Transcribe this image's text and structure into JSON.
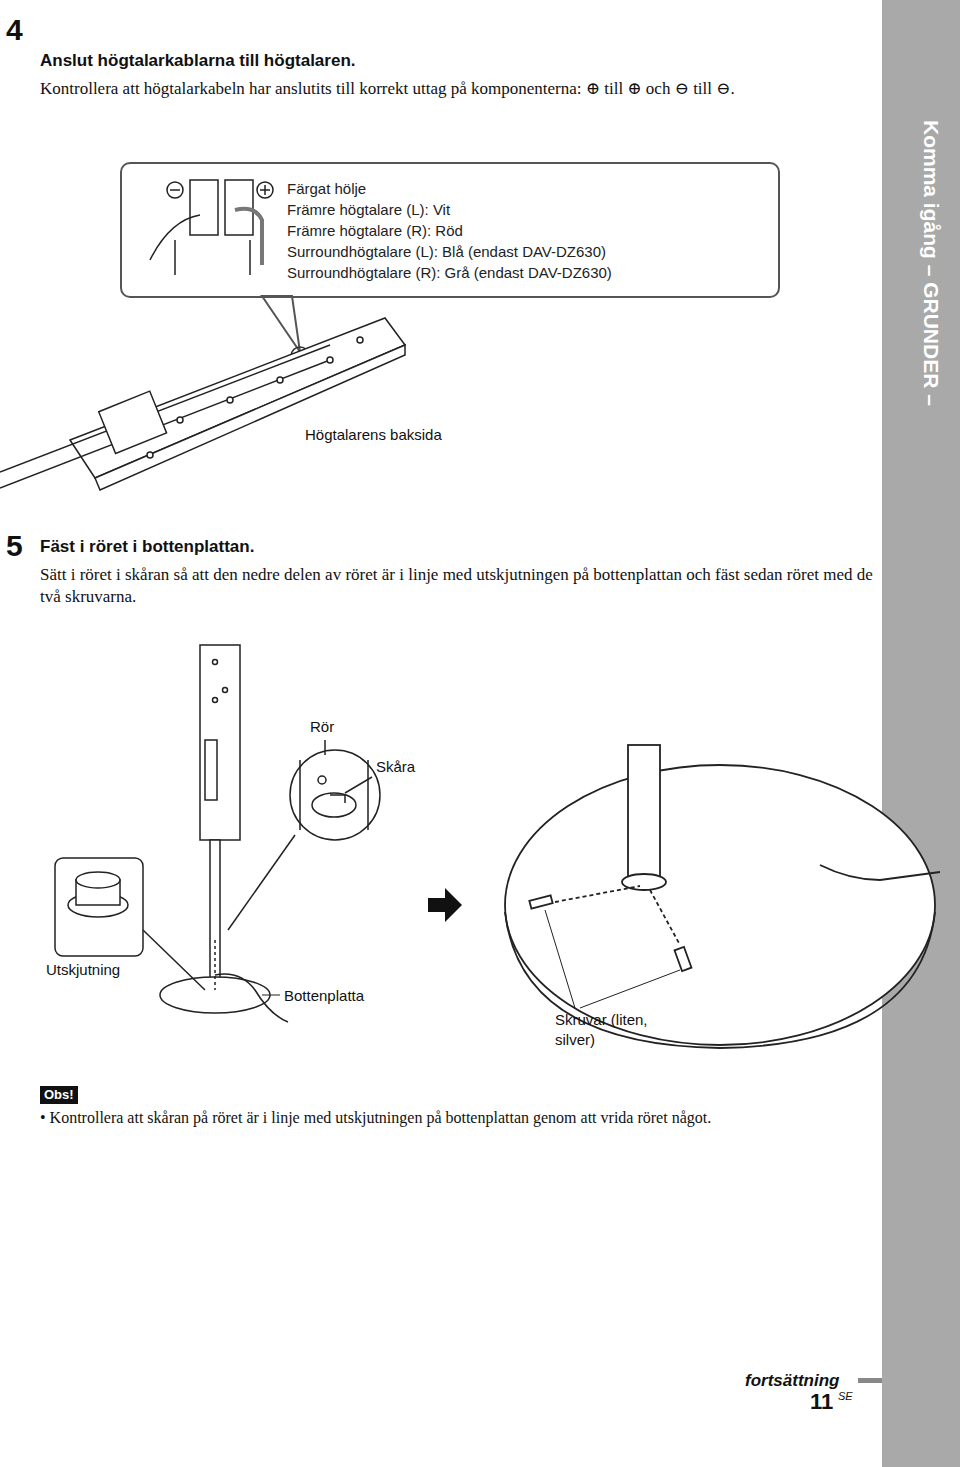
{
  "diagram": {
    "nodes": [
      {
        "text": [
          "Färgat hölje",
          "Främre högtalare (L): Vit",
          "Främre högtalare (R): Röd",
          "Surroundhögtalare (L): Blå (endast DAV-DZ630)",
          "Surroundhögtalare (R): Grå (endast DAV-DZ630)"
        ]
      },
      {
        "text": [
          "Komma igång – GRUNDER –"
        ]
      },
      {
        "text": [
          "Obs!"
        ]
      }
    ],
    "labels": [
      "4",
      "Anslut högtalarkablarna till högtalaren.",
      "Kontrollera att högtalarkabeln har anslutits till korrekt uttag på komponenterna: ⊕ till ⊕ och ⊖ till ⊖.",
      "Högtalarens baksida",
      "5",
      "Fäst i röret i bottenplattan.",
      "Sätt i röret i skåran så att den nedre delen av röret är i linje med utskjutningen på bottenplattan och fäst sedan röret med de två skruvarna.",
      "Rör",
      "Skåra",
      "Utskjutning",
      "Bottenplatta",
      "Skruvar (liten, silver)",
      "• Kontrollera att skåran på röret är i linje med utskjutningen på bottenplattan genom att vrida röret något.",
      "fortsättning",
      "11",
      "SE"
    ]
  }
}
